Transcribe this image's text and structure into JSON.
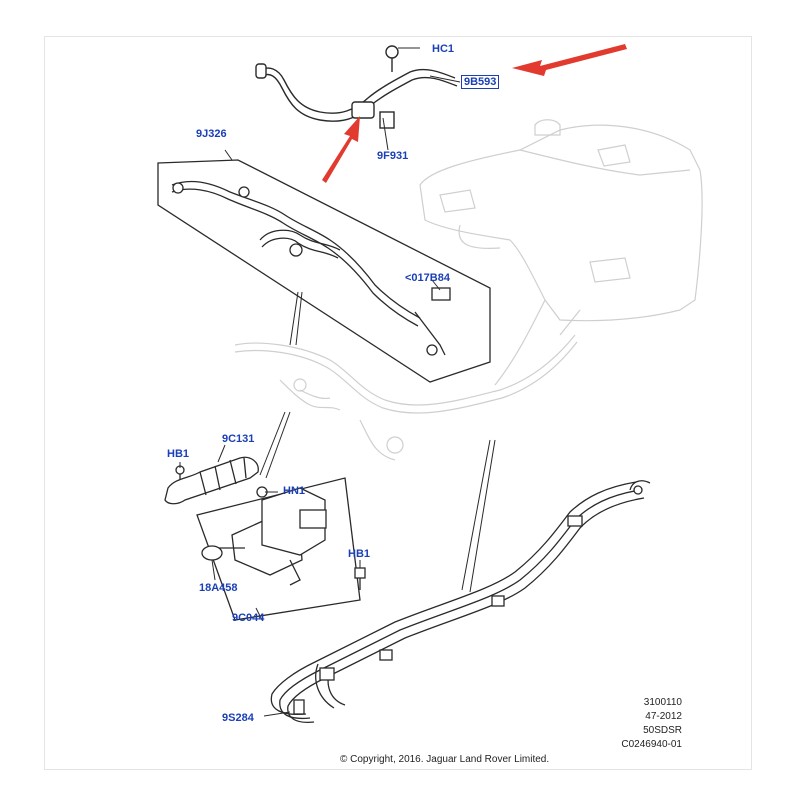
{
  "diagram": {
    "callouts": {
      "hc1": "HC1",
      "p9b593": "9B593",
      "p9f931": "9F931",
      "p9j326": "9J326",
      "p017b84": "<017B84",
      "p9c131": "9C131",
      "hb1_left": "HB1",
      "hn1": "HN1",
      "hb1_right": "HB1",
      "p18a458": "18A458",
      "p9c044": "9C044",
      "p9s284": "9S284"
    },
    "meta": {
      "line1": "3100110",
      "line2": "47-2012",
      "line3": "50SDSR",
      "line4": "C0246940-01"
    },
    "copyright": "© Copyright, 2016. Jaguar Land Rover Limited.",
    "colors": {
      "callout": "#1a3fb6",
      "arrow": "#e23a2e",
      "line": "#2a2a2a",
      "ghost": "#cfcfcf"
    }
  }
}
